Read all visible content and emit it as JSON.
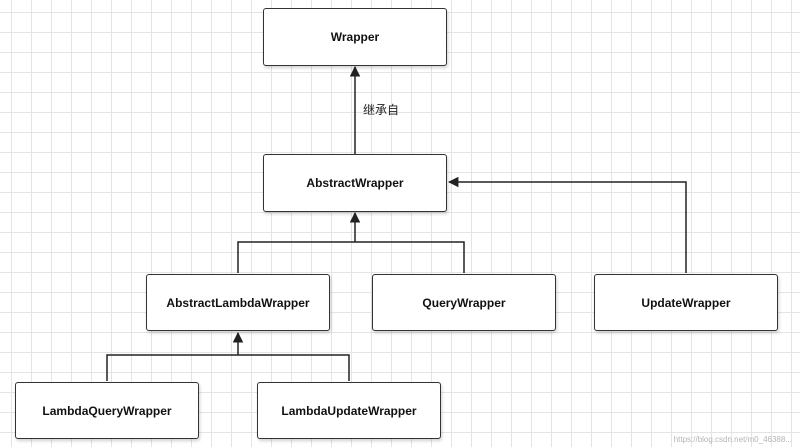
{
  "diagram": {
    "nodes": {
      "wrapper": "Wrapper",
      "abstract_wrapper": "AbstractWrapper",
      "abstract_lambda_wrapper": "AbstractLambdaWrapper",
      "query_wrapper": "QueryWrapper",
      "update_wrapper": "UpdateWrapper",
      "lambda_query_wrapper": "LambdaQueryWrapper",
      "lambda_update_wrapper": "LambdaUpdateWrapper"
    },
    "edge_label": "继承自",
    "edges": [
      {
        "from": "AbstractWrapper",
        "to": "Wrapper",
        "relation": "inherits"
      },
      {
        "from": "AbstractLambdaWrapper",
        "to": "AbstractWrapper",
        "relation": "inherits"
      },
      {
        "from": "QueryWrapper",
        "to": "AbstractWrapper",
        "relation": "inherits"
      },
      {
        "from": "UpdateWrapper",
        "to": "AbstractWrapper",
        "relation": "inherits"
      },
      {
        "from": "LambdaQueryWrapper",
        "to": "AbstractLambdaWrapper",
        "relation": "inherits"
      },
      {
        "from": "LambdaUpdateWrapper",
        "to": "AbstractLambdaWrapper",
        "relation": "inherits"
      }
    ]
  },
  "watermark": "https://blog.csdn.net/m0_46388..."
}
